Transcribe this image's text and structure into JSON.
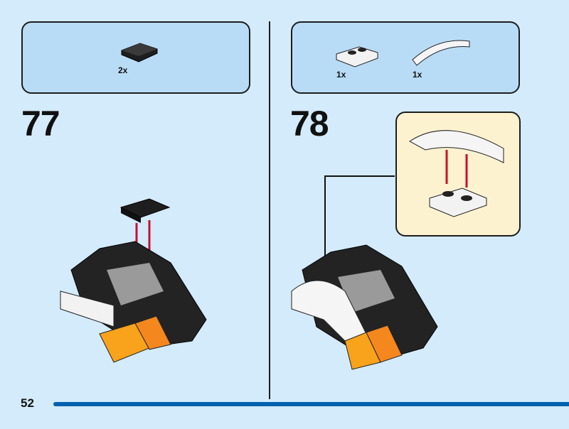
{
  "page_number": "52",
  "steps": [
    {
      "number": "77",
      "parts": [
        {
          "qty": "2x",
          "part": "black-tile-1x2"
        }
      ]
    },
    {
      "number": "78",
      "parts": [
        {
          "qty": "1x",
          "part": "white-plate-1x2"
        },
        {
          "qty": "1x",
          "part": "white-curved-slope"
        }
      ]
    }
  ],
  "colors": {
    "background": "#d3ebfb",
    "panel": "#b8dcf6",
    "callout": "#fdf2cf",
    "arrow": "#c8102e",
    "bar": "#0061b0"
  }
}
